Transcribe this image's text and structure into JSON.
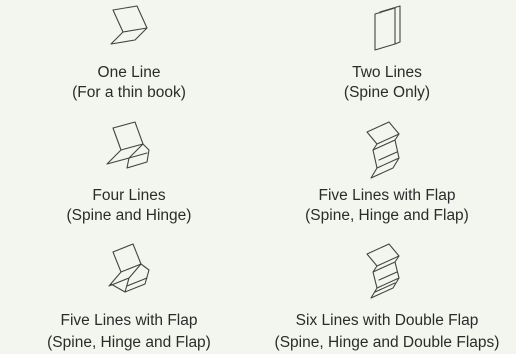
{
  "options": [
    {
      "line1": "One Line",
      "line2": "(For a thin book)",
      "icon": "folder-one-line-icon"
    },
    {
      "line1": "Two Lines",
      "line2": "(Spine Only)",
      "icon": "folder-two-lines-icon"
    },
    {
      "line1": "Four Lines",
      "line2": "(Spine and Hinge)",
      "icon": "folder-four-lines-icon"
    },
    {
      "line1": "Five Lines with Flap",
      "line2": "(Spine, Hinge and Flap)",
      "icon": "folder-five-lines-flap-icon"
    },
    {
      "line1": "Five Lines with Flap",
      "line2": "(Spine, Hinge and Flap)",
      "icon": "folder-five-lines-flap-alt-icon"
    },
    {
      "line1": "Six Lines with Double Flap",
      "line2": "(Spine, Hinge and Double Flaps)",
      "icon": "folder-six-lines-double-flap-icon"
    }
  ]
}
